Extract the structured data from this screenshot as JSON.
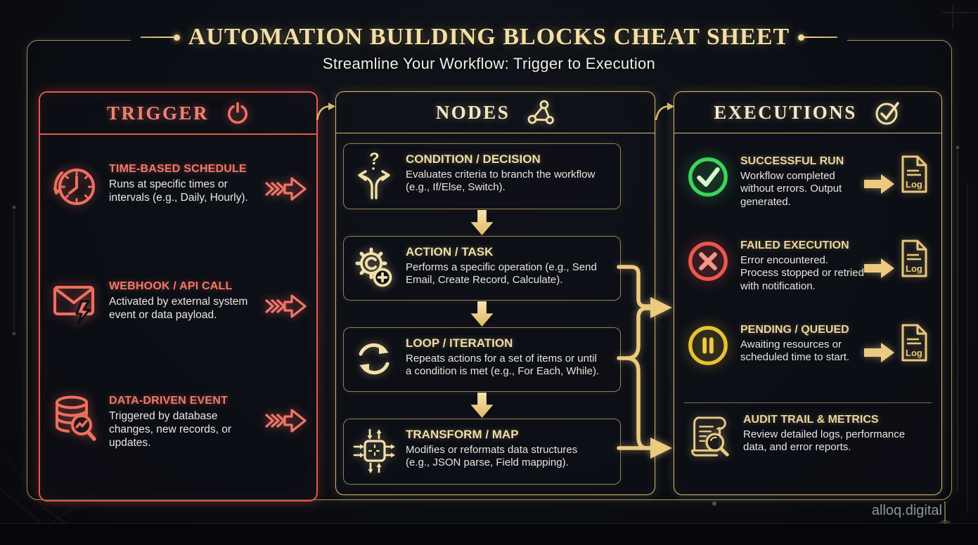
{
  "title": "AUTOMATION BUILDING BLOCKS CHEAT SHEET",
  "subtitle": "Streamline Your Workflow: Trigger to Execution",
  "watermark": "alloq.digital",
  "glyphs": {
    "question_mark": "?"
  },
  "colors": {
    "background": "#0b0e14",
    "gold": "#e9c87c",
    "gold_light": "#f3e3b2",
    "coral": "#ee6b5e",
    "text": "#ece8e0",
    "green": "#3bd45c",
    "red": "#ee564c",
    "yellow": "#e8c233"
  },
  "columns": {
    "trigger": {
      "title": "TRIGGER",
      "icon": "power-icon",
      "items": [
        {
          "icon": "clock-history-icon",
          "title": "TIME-BASED SCHEDULE",
          "description": "Runs at specific times or intervals (e.g., Daily, Hourly)."
        },
        {
          "icon": "envelope-bolt-icon",
          "title": "WEBHOOK / API CALL",
          "description": "Activated by external system event or data payload."
        },
        {
          "icon": "database-search-icon",
          "title": "DATA-DRIVEN EVENT",
          "description": "Triggered by database changes, new records, or updates."
        }
      ]
    },
    "nodes": {
      "title": "NODES",
      "icon": "network-nodes-icon",
      "items": [
        {
          "icon": "branch-decision-icon",
          "title": "CONDITION / DECISION",
          "description": "Evaluates criteria to branch the workflow (e.g., If/Else, Switch)."
        },
        {
          "icon": "gear-plus-icon",
          "title": "ACTION / TASK",
          "description": "Performs a specific operation (e.g., Send Email, Create Record, Calculate)."
        },
        {
          "icon": "loop-arrows-icon",
          "title": "LOOP / ITERATION",
          "description": "Repeats actions for a set of items or until a condition is met (e.g., For Each, While)."
        },
        {
          "icon": "transform-chip-icon",
          "title": "TRANSFORM / MAP",
          "description": "Modifies or reformats data structures (e.g., JSON parse, Field mapping)."
        }
      ]
    },
    "executions": {
      "title": "EXECUTIONS",
      "icon": "check-circle-icon",
      "items": [
        {
          "icon": "success-check-icon",
          "title": "SUCCESSFUL RUN",
          "description": "Workflow completed without errors. Output generated.",
          "log_label": "Log"
        },
        {
          "icon": "failed-x-icon",
          "title": "FAILED EXECUTION",
          "description": "Error encountered. Process stopped or retried with notification.",
          "log_label": "Log"
        },
        {
          "icon": "pause-circle-icon",
          "title": "PENDING / QUEUED",
          "description": "Awaiting resources or scheduled time to start.",
          "log_label": "Log"
        },
        {
          "icon": "audit-scroll-icon",
          "title": "AUDIT TRAIL & METRICS",
          "description": "Review detailed logs, performance data, and error reports."
        }
      ]
    }
  }
}
